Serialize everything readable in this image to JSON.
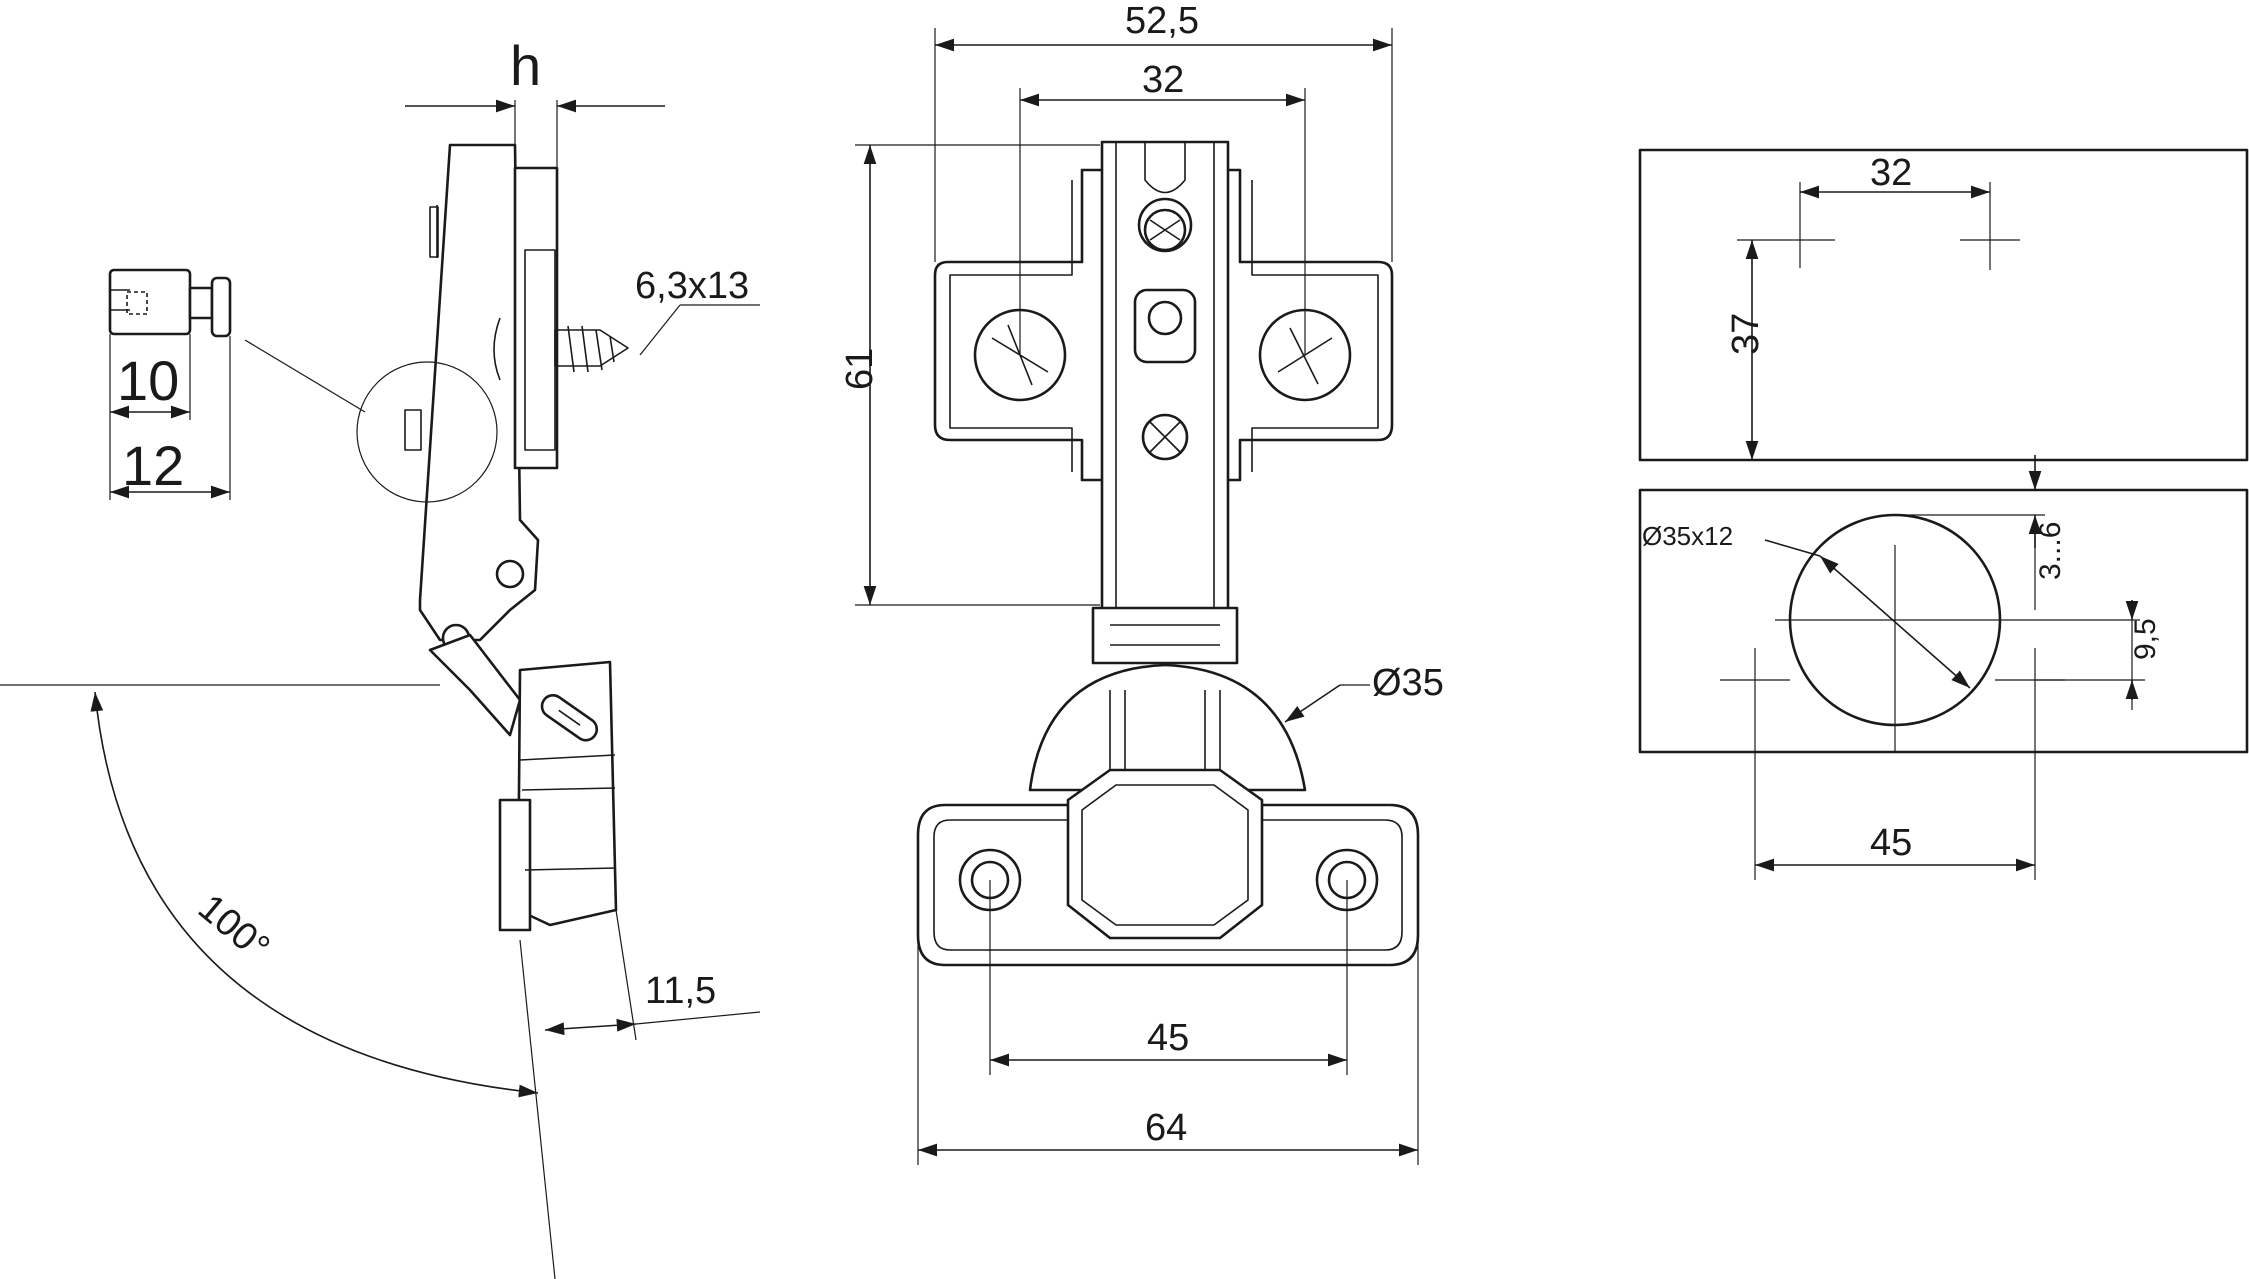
{
  "labels": {
    "h": "h",
    "screw": "6,3x13",
    "pin_10": "10",
    "pin_12": "12",
    "overlay": "11,5",
    "angle": "100°",
    "width_total": "52,5",
    "width_screws": "32",
    "height": "61",
    "cup_diameter": "Ø35",
    "plate_holes": "45",
    "plate_width": "64",
    "drill_32": "32",
    "drill_37": "37",
    "cup_drill": "Ø35x12",
    "edge_3_6": "3...6",
    "offset_9_5": "9,5",
    "drill_45": "45"
  }
}
